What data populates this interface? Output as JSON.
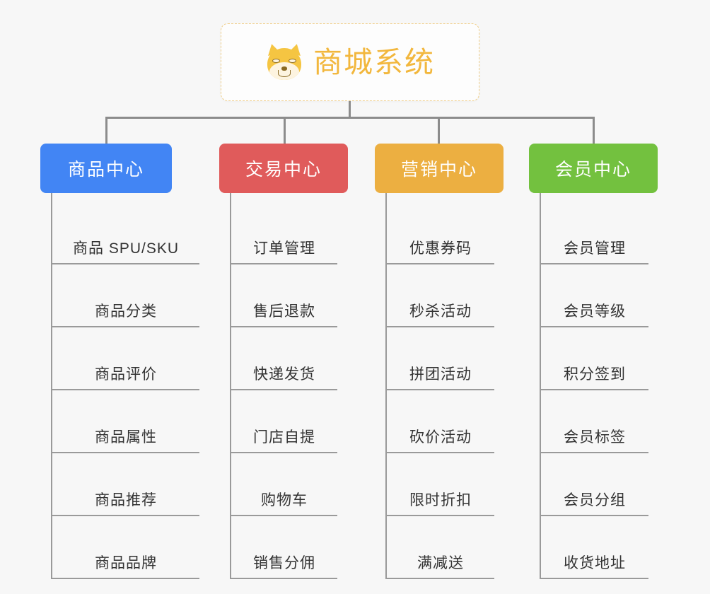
{
  "page": {
    "background_color": "#f7f7f7",
    "line_color": "#8c8c8c"
  },
  "root": {
    "title": "商城系统",
    "icon": "shiba-inu-dog-icon",
    "text_color": "#f2b73d",
    "border_color": "#f0cf8a",
    "background_color": "#fdfdfd"
  },
  "categories": [
    {
      "label": "商品中心",
      "color": "#4285f4",
      "items": [
        "商品 SPU/SKU",
        "商品分类",
        "商品评价",
        "商品属性",
        "商品推荐",
        "商品品牌"
      ]
    },
    {
      "label": "交易中心",
      "color": "#e05b5b",
      "items": [
        "订单管理",
        "售后退款",
        "快递发货",
        "门店自提",
        "购物车",
        "销售分佣"
      ]
    },
    {
      "label": "营销中心",
      "color": "#ecaf41",
      "items": [
        "优惠券码",
        "秒杀活动",
        "拼团活动",
        "砍价活动",
        "限时折扣",
        "满减送"
      ]
    },
    {
      "label": "会员中心",
      "color": "#73c13f",
      "items": [
        "会员管理",
        "会员等级",
        "积分签到",
        "会员标签",
        "会员分组",
        "收货地址"
      ]
    }
  ]
}
